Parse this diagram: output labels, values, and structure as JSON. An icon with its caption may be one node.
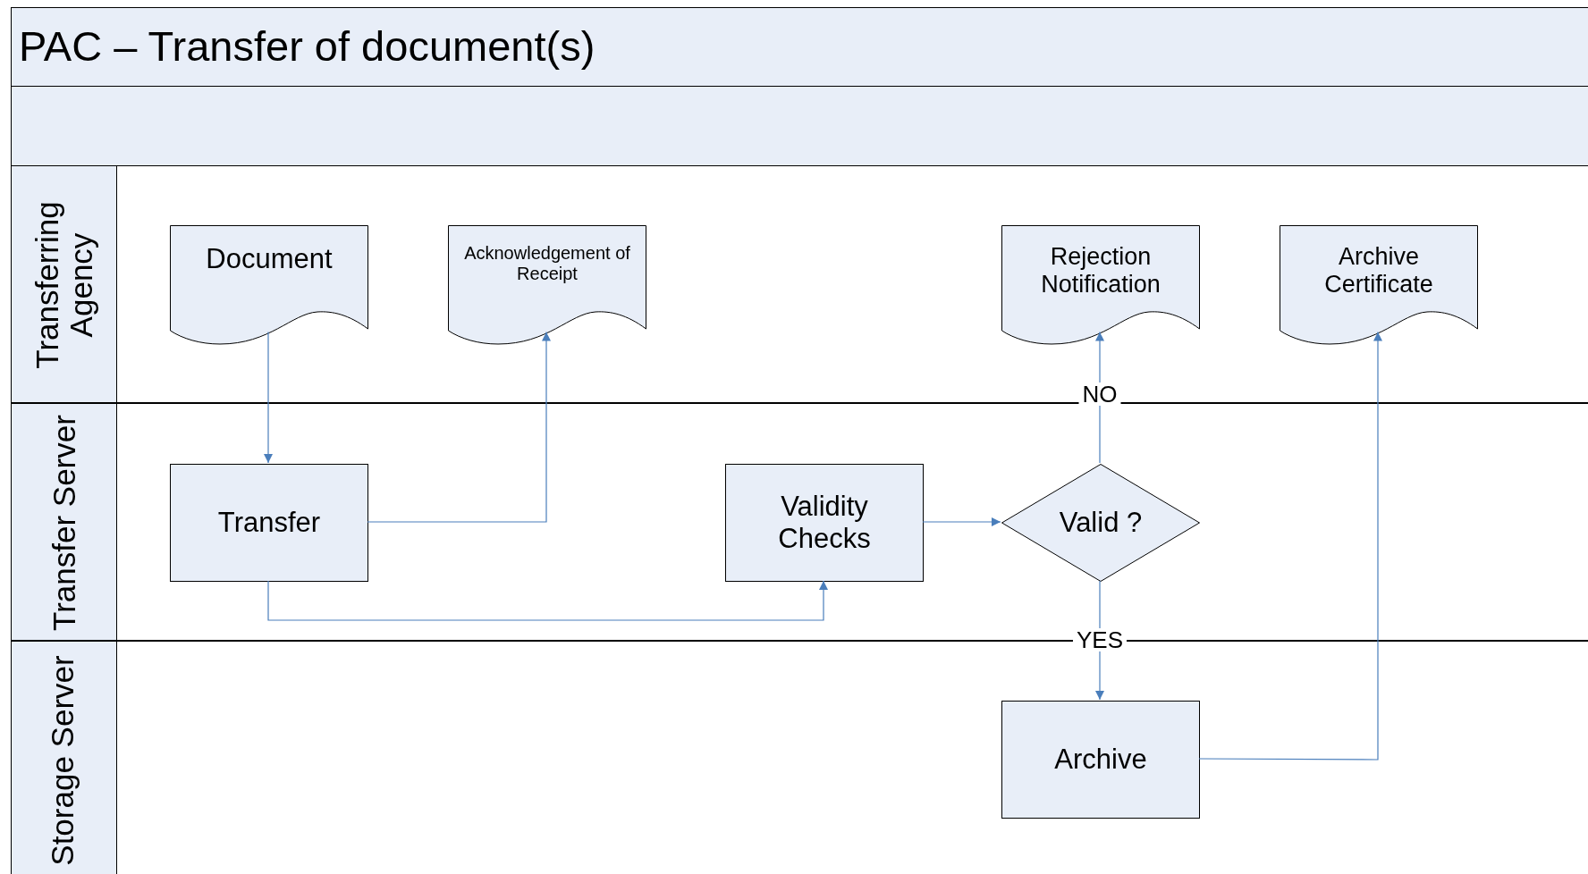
{
  "diagram": {
    "title": "PAC – Transfer of document(s)",
    "nodes": [
      {
        "text": [
          "Transferring Agency"
        ]
      },
      {
        "text": [
          "Document"
        ],
        "in": 0
      },
      {
        "text": [
          "Acknowledgement of Receipt"
        ],
        "in": 0
      },
      {
        "text": [
          "Rejection Notification"
        ],
        "in": 0
      },
      {
        "text": [
          "Archive Certificate"
        ],
        "in": 0
      },
      {
        "text": [
          "Transfer Server"
        ]
      },
      {
        "text": [
          "Transfer"
        ],
        "in": 5
      },
      {
        "text": [
          "Validity Checks"
        ],
        "in": 5
      },
      {
        "text": [
          "Valid ?"
        ],
        "in": 5
      },
      {
        "text": [
          "Storage Server"
        ]
      },
      {
        "text": [
          "Archive"
        ],
        "in": 9
      }
    ],
    "edges": [
      {
        "from": 1,
        "to": 6,
        "arrow": "to"
      },
      {
        "from": 6,
        "to": 2,
        "arrow": "to"
      },
      {
        "from": 6,
        "to": 7,
        "arrow": "to"
      },
      {
        "from": 7,
        "to": 8,
        "arrow": "to"
      },
      {
        "from": 8,
        "to": 3,
        "arrow": "to",
        "label": "NO"
      },
      {
        "from": 8,
        "to": 10,
        "arrow": "to",
        "label": "YES"
      },
      {
        "from": 10,
        "to": 4,
        "arrow": "to"
      }
    ]
  }
}
